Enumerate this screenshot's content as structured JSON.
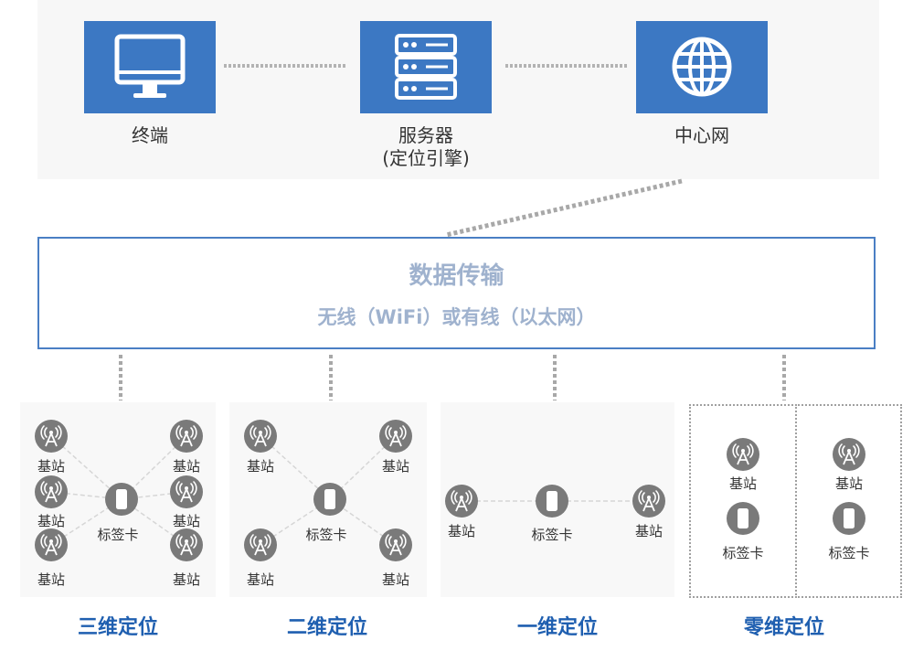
{
  "nodes": {
    "terminal": "终端",
    "server": "服务器",
    "server_sub": "(定位引擎)",
    "center_net": "中心网"
  },
  "transfer": {
    "title": "数据传输",
    "subtitle": "无线（WiFi）或有线（以太网）"
  },
  "labels": {
    "base_station": "基站",
    "tag_card": "标签卡"
  },
  "modes": {
    "three_d": "三维定位",
    "two_d": "二维定位",
    "one_d": "一维定位",
    "zero_d": "零维定位"
  },
  "icons": {
    "terminal": "monitor-icon",
    "server": "server-rack-icon",
    "center_net": "globe-icon",
    "base_station": "antenna-tower-icon",
    "tag_card": "tag-card-icon"
  },
  "colors": {
    "accent_blue": "#3c78c3",
    "mode_label_blue": "#1f5fb0",
    "transfer_text": "#9fb2ce",
    "node_gray": "#7a7a7a"
  }
}
